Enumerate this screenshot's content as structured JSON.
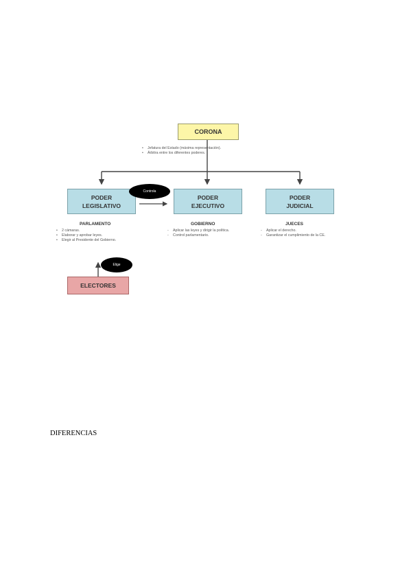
{
  "diagram": {
    "corona": {
      "title": "CORONA",
      "bullets": [
        "Jefatura del Estado (máxima representación).",
        "Árbitra entre los diferentes poderes."
      ]
    },
    "legislativo": {
      "title_line1": "PODER",
      "title_line2": "LEGISLATIVO",
      "subtitle": "PARLAMENTO",
      "bullets": [
        "2 cámaras.",
        "Elaborar y aprobar leyes.",
        "Elegir al Presidente del Gobierno."
      ]
    },
    "ejecutivo": {
      "title_line1": "PODER",
      "title_line2": "EJECUTIVO",
      "subtitle": "GOBIERNO",
      "bullets": [
        "Aplicar las leyes y dirigir la política.",
        "Control parlamentario."
      ]
    },
    "judicial": {
      "title_line1": "PODER",
      "title_line2": "JUDICIAL",
      "subtitle": "JUECES",
      "bullets": [
        "Aplicar el derecho.",
        "Garantizar el cumplimiento de la CE."
      ]
    },
    "electores": {
      "title": "ELECTORES"
    },
    "edge_labels": {
      "control": "Controla",
      "elige": "Elige"
    }
  },
  "caption": "DIFERENCIAS",
  "colors": {
    "corona_fill": "#fdf6a8",
    "poder_fill": "#b8dde6",
    "electores_fill": "#e8a6a6",
    "connector": "#444444"
  }
}
